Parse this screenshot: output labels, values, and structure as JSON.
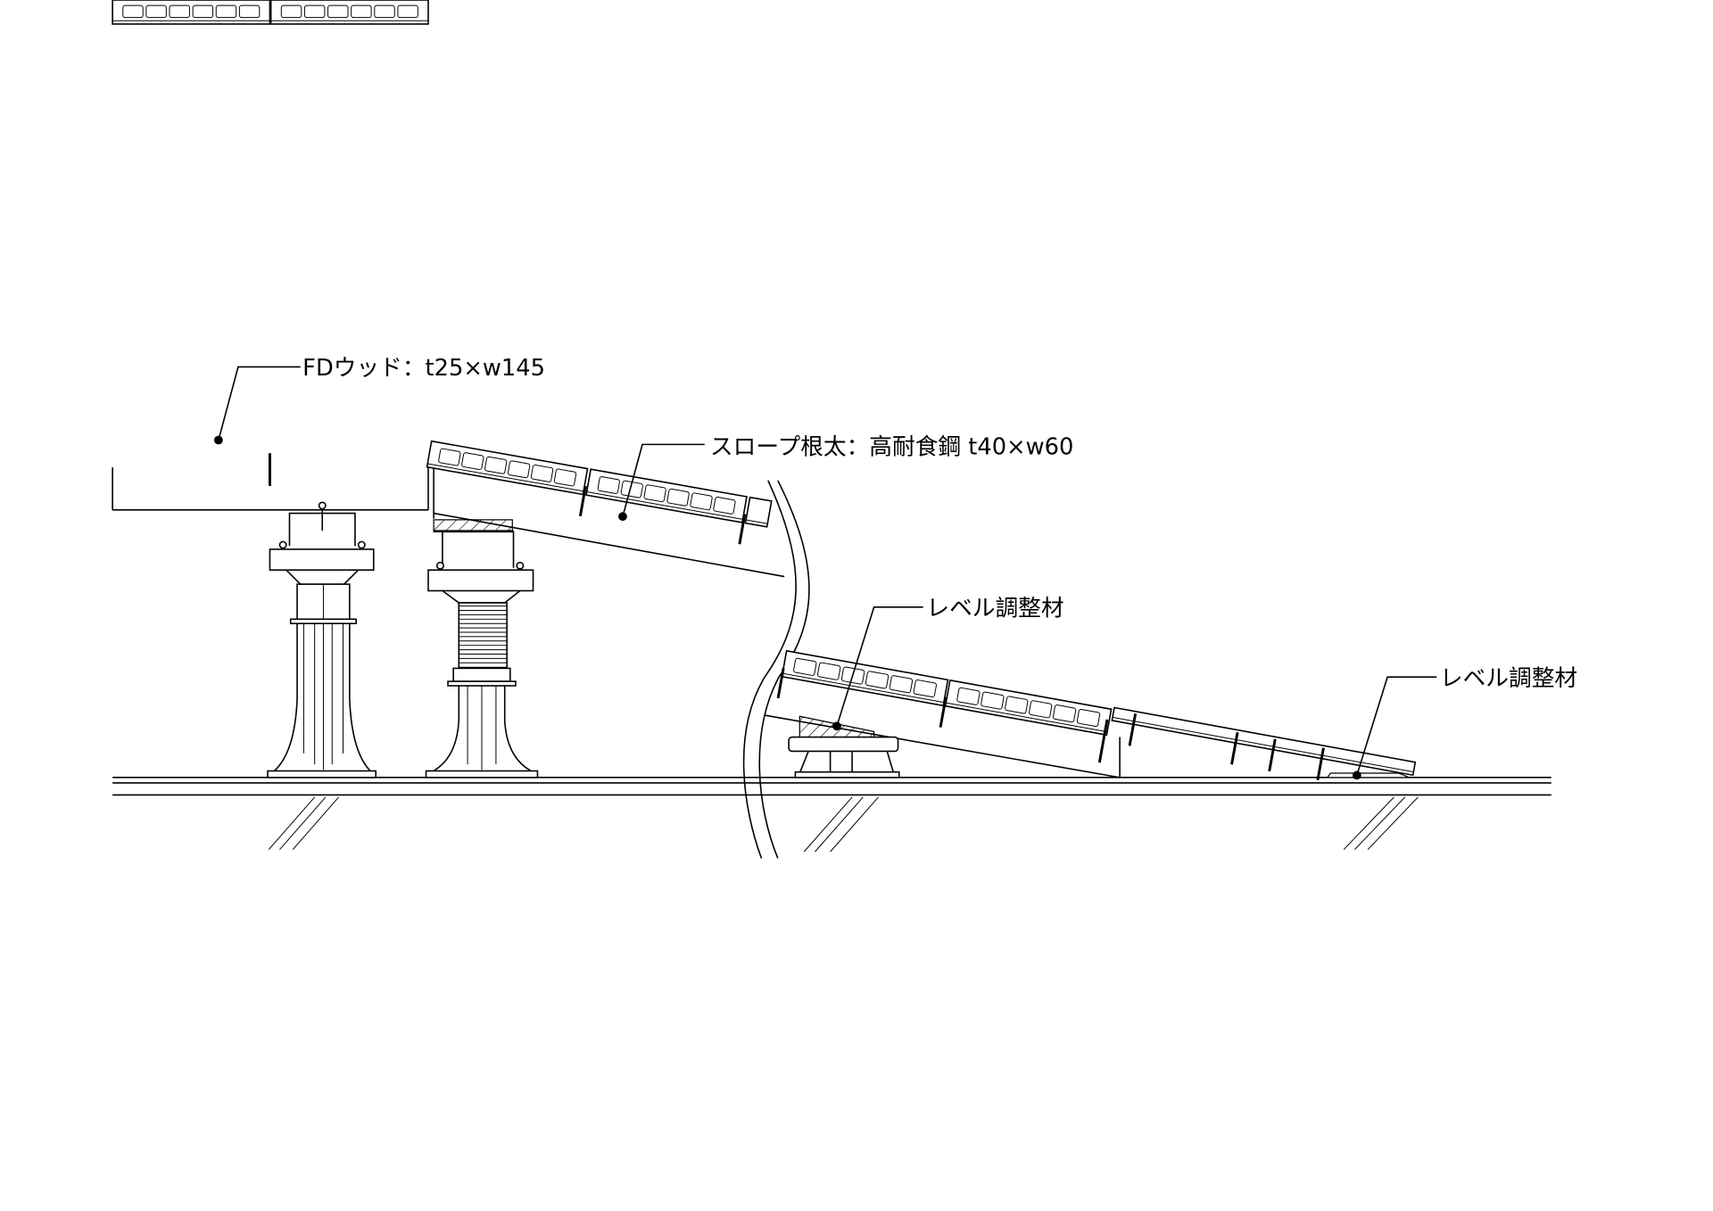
{
  "labels": {
    "deck_board": "FDウッド：t25×w145",
    "slope_joist": "スロープ根太：高耐食鋼 t40×w60",
    "level_adjuster_1": "レベル調整材",
    "level_adjuster_2": "レベル調整材"
  },
  "colors": {
    "line": "#000000",
    "background": "#ffffff"
  }
}
